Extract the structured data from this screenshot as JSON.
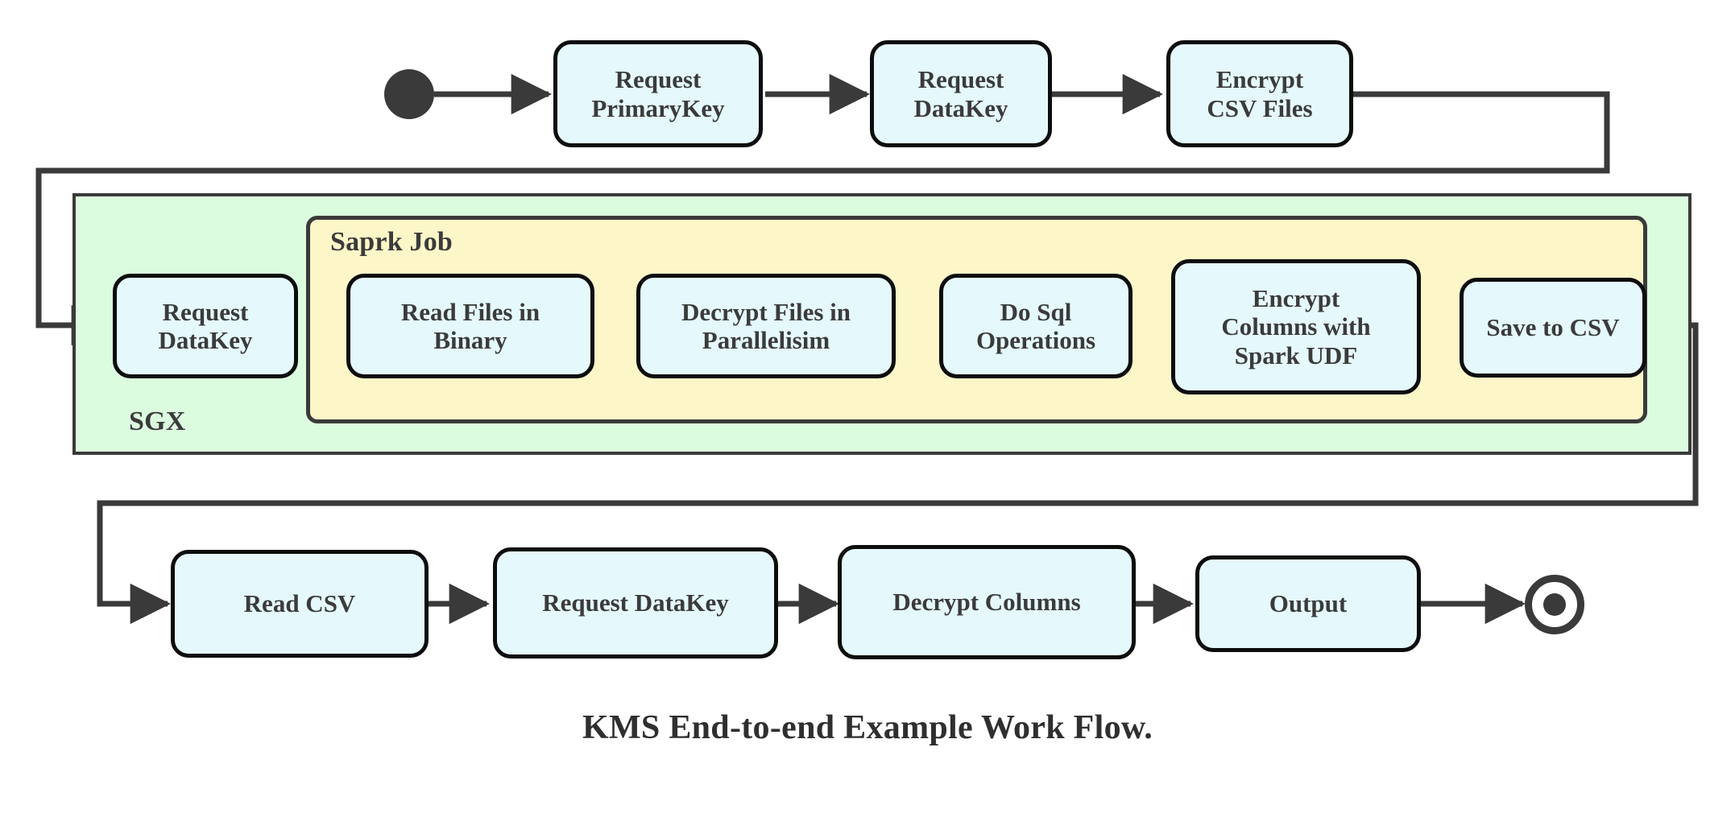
{
  "diagram": {
    "caption": "KMS End-to-end Example Work Flow.",
    "colors": {
      "node_fill": "#e5f9fd",
      "node_stroke": "#0d0d0d",
      "sgx_fill": "#dcfcdf",
      "spark_fill": "#fdf6c8",
      "edge_stroke": "#3a3a3a",
      "text": "#3b3b3b"
    },
    "containers": [
      {
        "id": "sgx",
        "label": "SGX"
      },
      {
        "id": "spark",
        "label": "Saprk Job"
      }
    ],
    "terminals": {
      "start": "start-node",
      "end": "end-node"
    },
    "nodes": [
      {
        "id": "request-primarykey",
        "label": "Request\nPrimaryKey"
      },
      {
        "id": "request-datakey-top",
        "label": "Request\nDataKey"
      },
      {
        "id": "encrypt-csv-files",
        "label": "Encrypt\nCSV Files"
      },
      {
        "id": "request-datakey-sgx",
        "label": "Request\nDataKey"
      },
      {
        "id": "read-files-in-binary",
        "label": "Read Files in\nBinary"
      },
      {
        "id": "decrypt-files-in-parallelisim",
        "label": "Decrypt Files in\nParallelisim"
      },
      {
        "id": "do-sql-operations",
        "label": "Do Sql\nOperations"
      },
      {
        "id": "encrypt-columns-with-spark-udf",
        "label": "Encrypt\nColumns with\nSpark UDF"
      },
      {
        "id": "save-to-csv",
        "label": "Save to CSV"
      },
      {
        "id": "read-csv",
        "label": "Read CSV"
      },
      {
        "id": "request-datakey-bottom",
        "label": "Request DataKey"
      },
      {
        "id": "decrypt-columns",
        "label": "Decrypt Columns"
      },
      {
        "id": "output",
        "label": "Output"
      }
    ],
    "edges": [
      {
        "from": "start-node",
        "to": "request-primarykey"
      },
      {
        "from": "request-primarykey",
        "to": "request-datakey-top"
      },
      {
        "from": "request-datakey-top",
        "to": "encrypt-csv-files"
      },
      {
        "from": "encrypt-csv-files",
        "to": "request-datakey-sgx"
      },
      {
        "from": "request-datakey-sgx",
        "to": "read-files-in-binary"
      },
      {
        "from": "read-files-in-binary",
        "to": "decrypt-files-in-parallelisim"
      },
      {
        "from": "decrypt-files-in-parallelisim",
        "to": "do-sql-operations"
      },
      {
        "from": "do-sql-operations",
        "to": "encrypt-columns-with-spark-udf"
      },
      {
        "from": "encrypt-columns-with-spark-udf",
        "to": "save-to-csv"
      },
      {
        "from": "save-to-csv",
        "to": "read-csv"
      },
      {
        "from": "read-csv",
        "to": "request-datakey-bottom"
      },
      {
        "from": "request-datakey-bottom",
        "to": "decrypt-columns"
      },
      {
        "from": "decrypt-columns",
        "to": "output"
      },
      {
        "from": "output",
        "to": "end-node"
      }
    ]
  }
}
